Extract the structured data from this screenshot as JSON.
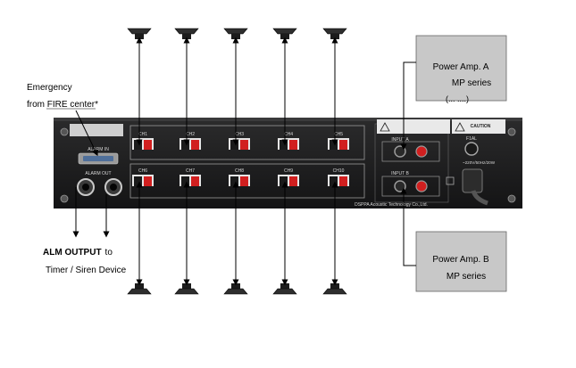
{
  "annotations": {
    "emergency_line1": "Emergency",
    "emergency_line2": "from FIRE center*",
    "alm_output_bold": "ALM OUTPUT",
    "alm_output_to": "to",
    "alm_output_line2": "Timer / Siren Device"
  },
  "amp_a": {
    "line1": "Power Amp. A",
    "line2": "MP series",
    "line3": "(... ....)"
  },
  "amp_b": {
    "line1": "Power Amp. B",
    "line2": "MP series"
  },
  "panel": {
    "logo": "",
    "alarm_in": "ALARM IN",
    "alarm_out": "ALARM OUT",
    "top_channels": [
      "CH1",
      "CH2",
      "CH3",
      "CH4",
      "CH5"
    ],
    "bottom_channels": [
      "CH6",
      "CH7",
      "CH8",
      "CH9",
      "CH10"
    ],
    "input_a": "INPUT A",
    "input_b": "INPUT B",
    "caution": "CAUTION",
    "fuse": "F1AL",
    "power_rating": "~220V/50Hz/20W",
    "brand": "DSPPA Acoustic Technology Co.,Ltd."
  },
  "colors": {
    "panel": "#1b1b1c",
    "amp_box": "#c8c8c8",
    "terminal_red": "#d11f1f",
    "silk": "#d8d8d8"
  }
}
